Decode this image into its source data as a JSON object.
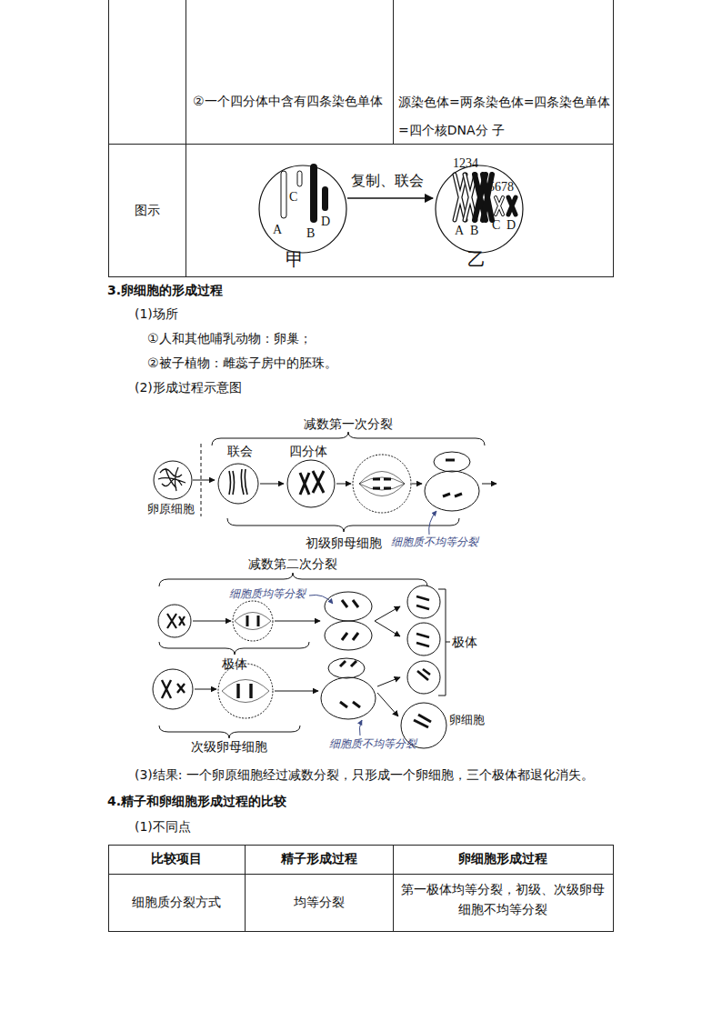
{
  "diagram": {
    "labels": [
      "②一个四分体中含有四条染色单体",
      "源染色体=两条染色体=四条染色单体=四个核DNA分 子",
      "图示",
      "复制、联会",
      "A",
      "C",
      "B",
      "D",
      "1234",
      "5678",
      "A",
      "B",
      "C",
      "D",
      "甲",
      "乙",
      "3.卵细胞的形成过程",
      "(1)场所",
      "①人和其他哺乳动物：卵巢；",
      "②被子植物：雌蕊子房中的胚珠。",
      "(2)形成过程示意图",
      "减数第一次分裂",
      "联会",
      "四分体",
      "卵原细胞",
      "初级卵母细胞",
      "细胞质不均等分裂",
      "减数第二次分裂",
      "细胞质均等分裂",
      "极体",
      "极体",
      "卵细胞",
      "次级卵母细胞",
      "细胞质不均等分裂",
      "(3)结果: 一个卵原细胞经过减数分裂，只形成一个卵细胞，三个极体都退化消失。",
      "4.精子和卵细胞形成过程的比较",
      "(1)不同点",
      "比较项目",
      "精子形成过程",
      "卵细胞形成过程",
      "细胞质分裂方式",
      "均等分裂",
      "第一极体均等分裂，初级、次级卵母细胞不均等分裂"
    ]
  }
}
